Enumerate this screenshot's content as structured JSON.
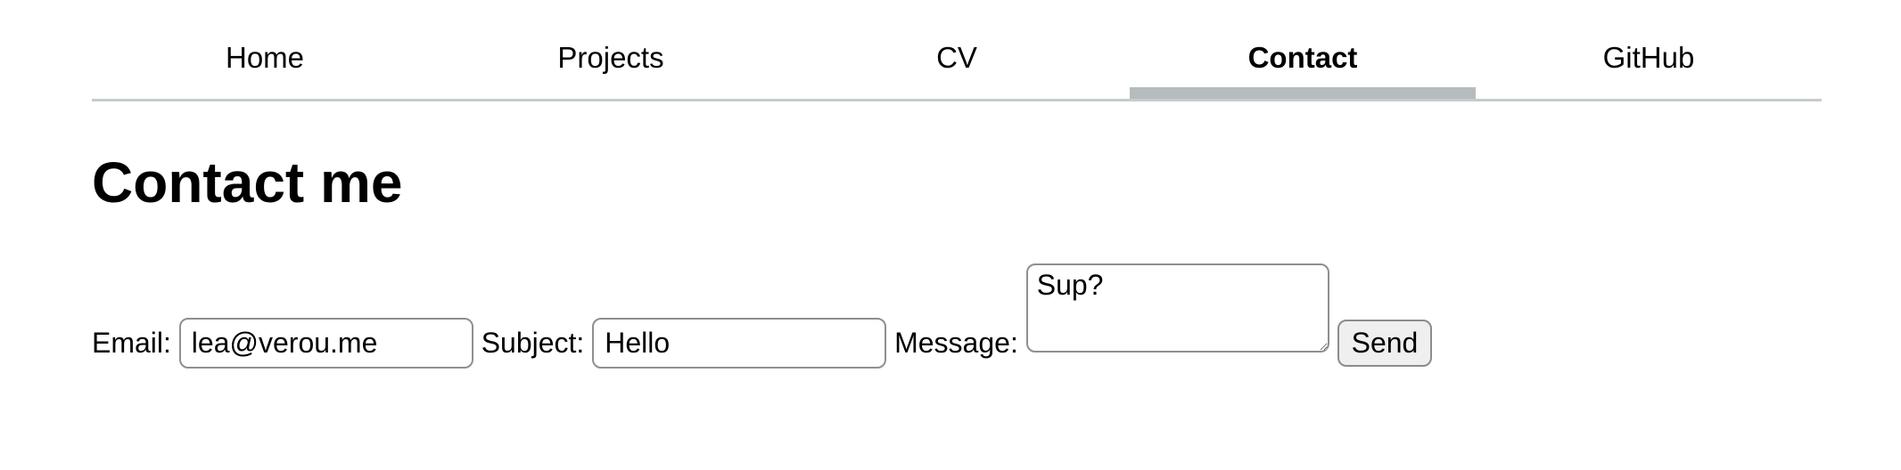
{
  "nav": {
    "active": "Contact",
    "items": [
      {
        "label": "Home",
        "active": false
      },
      {
        "label": "Projects",
        "active": false
      },
      {
        "label": "CV",
        "active": false
      },
      {
        "label": "Contact",
        "active": true
      },
      {
        "label": "GitHub",
        "active": false
      }
    ]
  },
  "heading": {
    "title": "Contact me"
  },
  "form": {
    "email_label": "Email:",
    "email_value": "lea@verou.me",
    "subject_label": "Subject:",
    "subject_value": "Hello",
    "message_label": "Message:",
    "message_value": "Sup?",
    "send_label": "Send"
  },
  "colors": {
    "background": "#ffffff",
    "text": "#000000",
    "active_tab_bar": "#b6bcbe",
    "nav_divider": "#c6cccd",
    "input_border": "#8f8f8f",
    "button_background": "#efefef",
    "button_border": "#8c8c8c"
  }
}
